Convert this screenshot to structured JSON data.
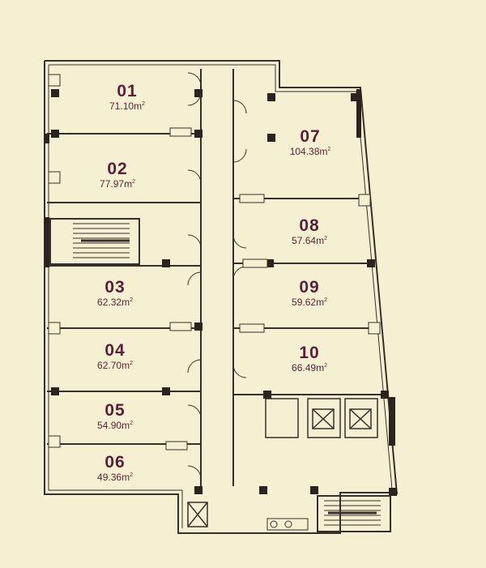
{
  "rooms": [
    {
      "id": "01",
      "area": "71.10"
    },
    {
      "id": "02",
      "area": "77.97"
    },
    {
      "id": "03",
      "area": "62.32"
    },
    {
      "id": "04",
      "area": "62.70"
    },
    {
      "id": "05",
      "area": "54.90"
    },
    {
      "id": "06",
      "area": "49.36"
    },
    {
      "id": "07",
      "area": "104.38"
    },
    {
      "id": "08",
      "area": "57.64"
    },
    {
      "id": "09",
      "area": "59.62"
    },
    {
      "id": "10",
      "area": "66.49"
    }
  ],
  "area_unit": "m",
  "area_unit_exp": "2",
  "colors": {
    "background": "#f6f0d2",
    "wall": "#3a2e2a",
    "label": "#5a1f36"
  }
}
